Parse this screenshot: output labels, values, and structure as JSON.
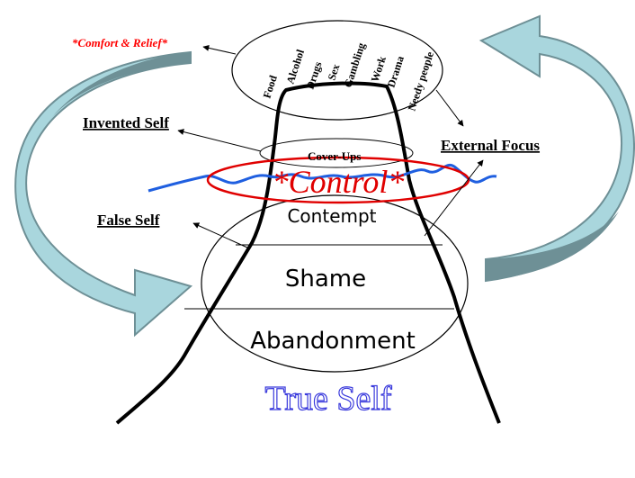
{
  "labels": {
    "comfort_relief": "*Comfort & Relief*",
    "invented_self": "Invented Self",
    "false_self": "False Self",
    "external_focus": "External Focus",
    "cover_ups": "Cover-Ups",
    "control": "*Control*",
    "contempt": "Contempt",
    "shame": "Shame",
    "abandonment": "Abandonment",
    "true_self": "True Self"
  },
  "addictions": [
    "Food",
    "Alcohol",
    "Drugs",
    "Sex",
    "Gambling",
    "Work",
    "Drama",
    "Needy people"
  ],
  "colors": {
    "comfort_text": "#ff0000",
    "control_text": "#e00000",
    "control_ellipse": "#e00000",
    "water_line": "#1f5fe0",
    "true_self_outline": "#3a3adc",
    "arrow_fill": "#a9d6dd",
    "arrow_dark": "#6e9096",
    "mountain": "#000000"
  }
}
